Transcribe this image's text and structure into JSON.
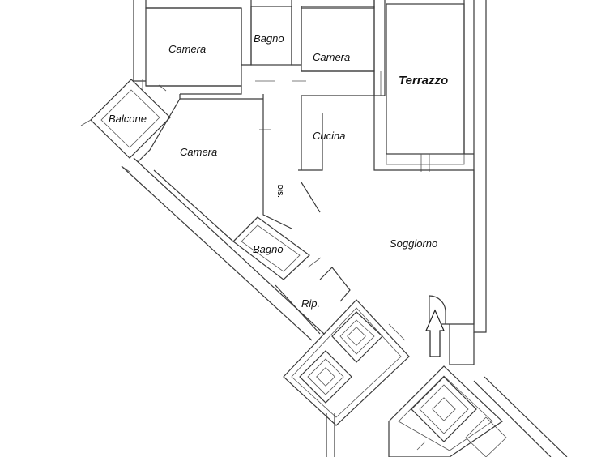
{
  "floor_plan": {
    "rooms": {
      "camera_top_left": "Camera",
      "bagno_top": "Bagno",
      "camera_top_mid": "Camera",
      "terrazzo": "Terrazzo",
      "balcone": "Balcone",
      "camera_mid": "Camera",
      "cucina": "Cucina",
      "disimpegno": "DIS.",
      "soggiorno": "Soggiorno",
      "bagno_mid": "Bagno",
      "ripostiglio": "Rip."
    },
    "entrance_arrow_icon": "up-arrow-icon"
  }
}
